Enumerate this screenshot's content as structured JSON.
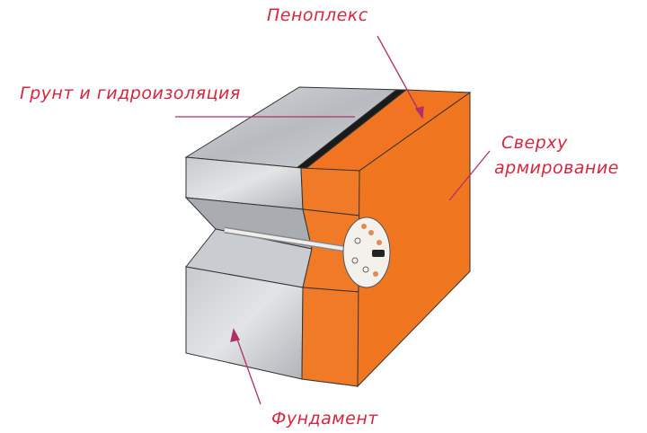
{
  "labels": {
    "penoplex": "Пеноплекс",
    "soil": "Грунт и гидроизоляция",
    "reinforcement_line1": "Сверху",
    "reinforcement_line2": "армирование",
    "foundation": "Фундамент"
  },
  "colors": {
    "label": "#d8253f",
    "arrow": "#b0306a",
    "foam": "#f07422",
    "concrete": "#c4c8cc"
  },
  "icons": [
    "insulation-dowel"
  ]
}
